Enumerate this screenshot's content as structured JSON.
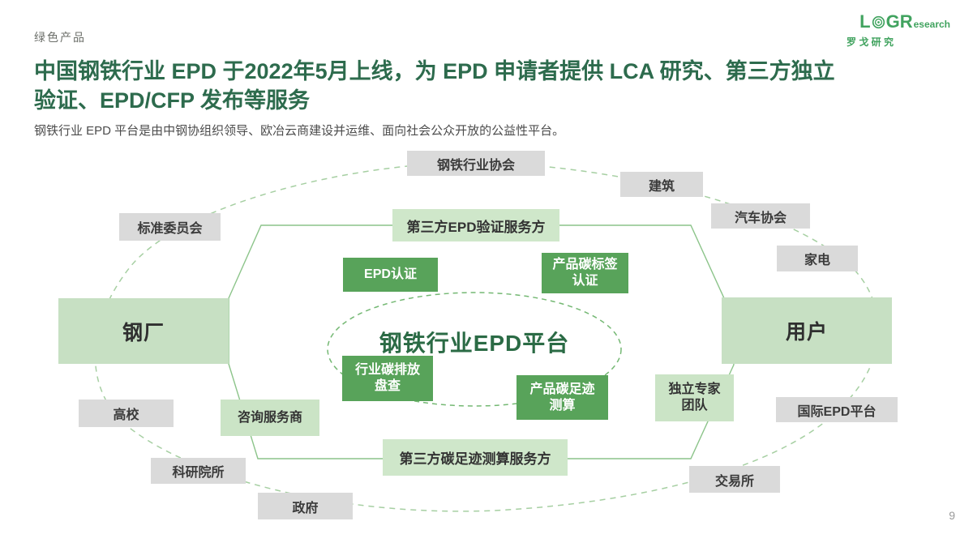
{
  "page": {
    "kicker": "绿色产品",
    "title_line1": "中国钢铁行业 EPD 于2022年5月上线，为 EPD 申请者提供 LCA 研究、第三方独立",
    "title_line2": "验证、EPD/CFP 发布等服务",
    "subtitle": "钢铁行业 EPD 平台是由中钢协组织领导、欧冶云商建设并运维、面向社会公众开放的公益性平台。",
    "page_number": "9"
  },
  "logo": {
    "part1": "L",
    "part2": "GR",
    "part3": "esearch",
    "cn": "罗 戈 研 究"
  },
  "colors": {
    "brand_green": "#41a35f",
    "title_green": "#2d6b4d",
    "node_solid_green": "#58a35a",
    "node_light_green": "#cbe4c6",
    "node_gray": "#dadada",
    "line_green": "#8cc48a"
  },
  "diagram": {
    "center": "钢铁行业EPD平台",
    "nodes": {
      "steel_association": "钢铁行业协会",
      "construction": "建筑",
      "auto_association": "汽车协会",
      "home_appliance": "家电",
      "user": "用户",
      "independent_experts": "独立专家\n团队",
      "intl_epd": "国际EPD平台",
      "exchange": "交易所",
      "government": "政府",
      "research_institutes": "科研院所",
      "university": "高校",
      "consulting": "咨询服务商",
      "steel_plant": "钢厂",
      "standards_committee": "标准委员会",
      "epd_verify_band": "第三方EPD验证服务方",
      "cfp_calc_band": "第三方碳足迹测算服务方",
      "epd_cert": "EPD认证",
      "carbon_label": "产品碳标签\n认证",
      "carbon_inventory": "行业碳排放\n盘查",
      "carbon_footprint": "产品碳足迹\n测算"
    }
  }
}
